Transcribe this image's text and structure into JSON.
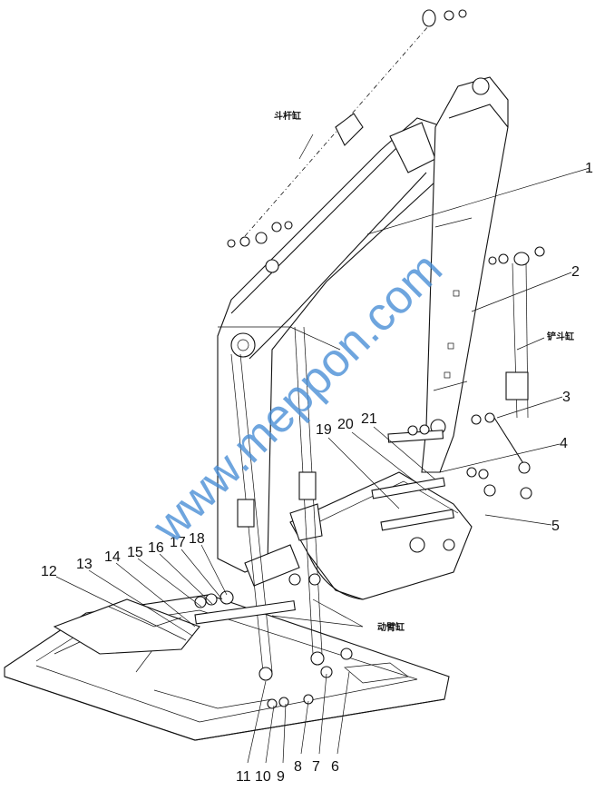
{
  "diagram": {
    "part_numbers": [
      "1",
      "2",
      "3",
      "4",
      "5",
      "6",
      "7",
      "8",
      "9",
      "10",
      "11",
      "12",
      "13",
      "14",
      "15",
      "16",
      "17",
      "18",
      "19",
      "20",
      "21"
    ],
    "callouts": {
      "arm_cylinder": "斗杆缸",
      "bucket_cylinder": "铲斗缸",
      "boom_cylinder": "动臂缸"
    },
    "watermark": "www.meppon.com"
  }
}
